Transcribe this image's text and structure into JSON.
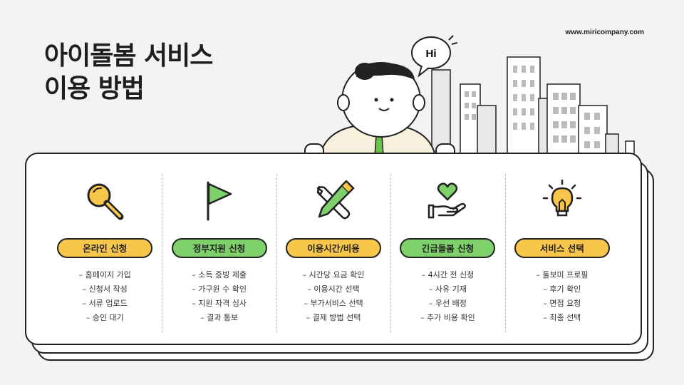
{
  "url": "www.miricompany.com",
  "title": {
    "line1": "아이돌봄 서비스",
    "line2": "이용 방법"
  },
  "speech_bubble": "Hi",
  "colors": {
    "yellow": "#f7c64b",
    "green": "#7ed06a",
    "outline": "#222222"
  },
  "steps": [
    {
      "icon": "magnifier-icon",
      "label": "온라인 신청",
      "color": "yellow",
      "items": [
        "홈페이지 가입",
        "신청서 작성",
        "서류 업로드",
        "승인 대기"
      ]
    },
    {
      "icon": "flag-icon",
      "label": "정부지원 신청",
      "color": "green",
      "items": [
        "소득 증빙 제출",
        "가구원 수 확인",
        "지원 자격 심사",
        "결과 통보"
      ]
    },
    {
      "icon": "tools-icon",
      "label": "이용시간/비용",
      "color": "yellow",
      "items": [
        "시간당 요금 확인",
        "이용시간 선택",
        "부가서비스 선택",
        "결제 방법 선택"
      ]
    },
    {
      "icon": "heart-hand-icon",
      "label": "긴급돌봄 신청",
      "color": "green",
      "items": [
        "4시간 전 신청",
        "사유 기재",
        "우선 배정",
        "추가 비용 확인"
      ]
    },
    {
      "icon": "lightbulb-icon",
      "label": "서비스 선택",
      "color": "yellow",
      "items": [
        "돌보미 프로필",
        "후기 확인",
        "면접 요청",
        "최종 선택"
      ]
    }
  ]
}
